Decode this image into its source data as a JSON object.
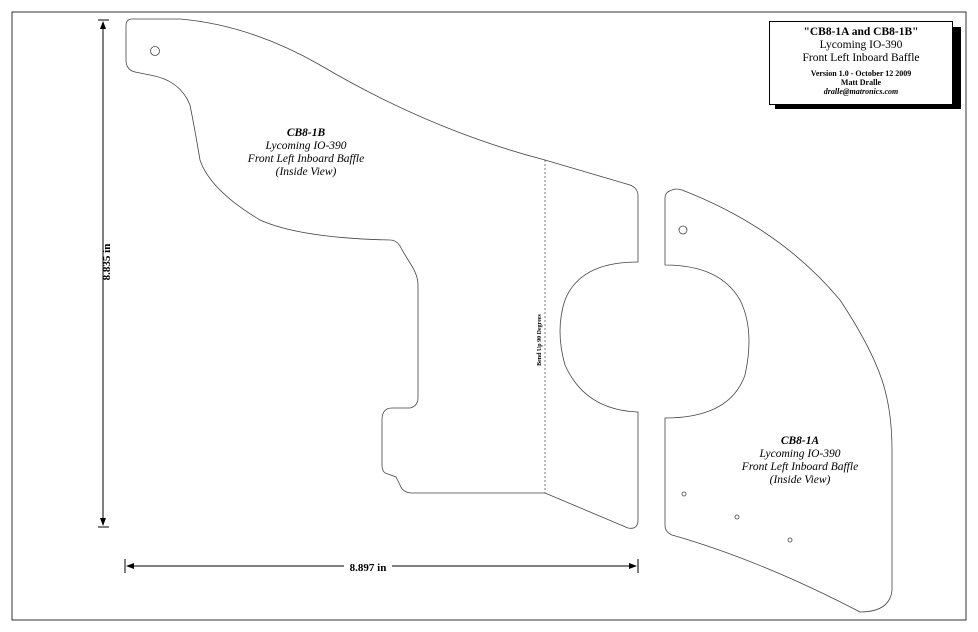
{
  "title_block": {
    "line1": "\"CB8-1A and CB8-1B\"",
    "line2": "Lycoming IO-390",
    "line3": "Front Left Inboard Baffle",
    "version": "Version 1.0 - October 12 2009",
    "author": "Matt Dralle",
    "email": "dralle@matronics.com"
  },
  "part_b": {
    "id": "CB8-1B",
    "engine": "Lycoming IO-390",
    "desc": "Front Left Inboard Baffle",
    "view": "(Inside View)"
  },
  "part_a": {
    "id": "CB8-1A",
    "engine": "Lycoming IO-390",
    "desc": "Front Left Inboard Baffle",
    "view": "(Inside View)"
  },
  "bend_note": "Bend Up 90 Degrees",
  "dimensions": {
    "height": "8.835 in",
    "width": "8.897 in"
  }
}
